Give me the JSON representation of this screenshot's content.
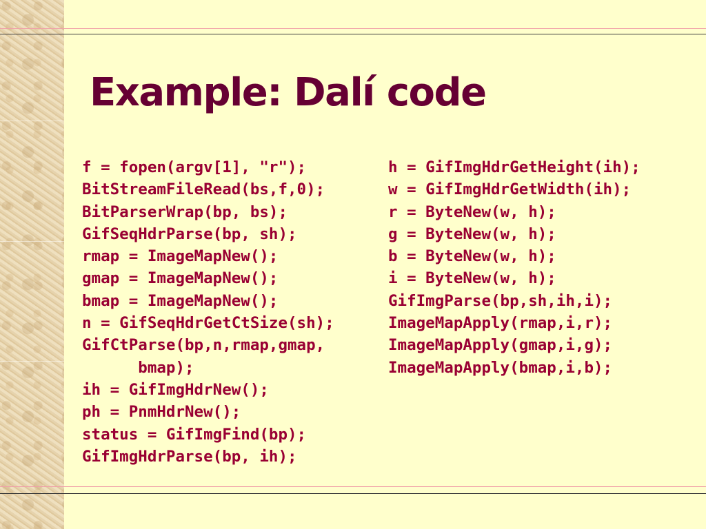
{
  "slide": {
    "title": "Example: Dalí code"
  },
  "code": {
    "left": [
      "f = fopen(argv[1], \"r\");",
      "BitStreamFileRead(bs,f,0);",
      "BitParserWrap(bp, bs);",
      "GifSeqHdrParse(bp, sh);",
      "rmap = ImageMapNew();",
      "gmap = ImageMapNew();",
      "bmap = ImageMapNew();",
      "n = GifSeqHdrGetCtSize(sh);",
      "GifCtParse(bp,n,rmap,gmap,",
      "      bmap);",
      "ih = GifImgHdrNew();",
      "ph = PnmHdrNew();",
      "status = GifImgFind(bp);",
      "GifImgHdrParse(bp, ih);"
    ],
    "right": [
      "h = GifImgHdrGetHeight(ih);",
      "w = GifImgHdrGetWidth(ih);",
      "r = ByteNew(w, h);",
      "g = ByteNew(w, h);",
      "b = ByteNew(w, h);",
      "i = ByteNew(w, h);",
      "GifImgParse(bp,sh,ih,i);",
      "ImageMapApply(rmap,i,r);",
      "ImageMapApply(gmap,i,g);",
      "ImageMapApply(bmap,i,b);"
    ]
  },
  "colors": {
    "background": "#ffffcc",
    "title": "#660033",
    "code": "#990033",
    "rule_accent": "#f0a0a8",
    "rule_dark": "#3a3a3a"
  }
}
